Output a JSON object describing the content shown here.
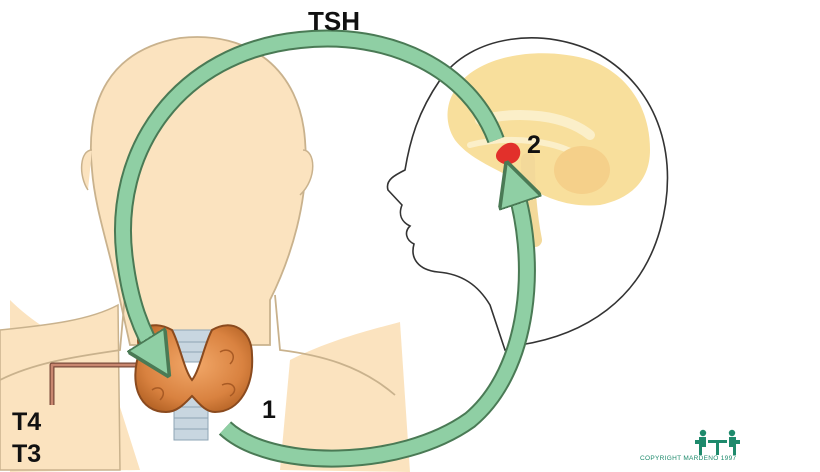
{
  "labels": {
    "hormone_top": "TSH",
    "site_pituitary": "2",
    "site_thyroid": "1",
    "hormone_t4": "T4",
    "hormone_t3": "T3"
  },
  "watermark": "COPYRIGHT MARDENO 1997",
  "colors": {
    "skin": "#fbe3bf",
    "arrow": "#8fcfa4",
    "arrow_outline": "#4a7a55",
    "thyroid": "#dc8a45",
    "pituitary": "#e2302b",
    "brain": "#f8df9c",
    "logo": "#1e8a6c"
  }
}
